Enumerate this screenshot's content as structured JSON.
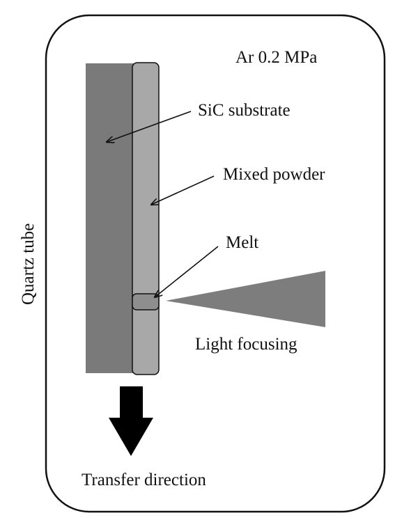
{
  "labels": {
    "atmosphere": "Ar 0.2 MPa",
    "substrate": "SiC substrate",
    "powder": "Mixed powder",
    "melt": "Melt",
    "light": "Light focusing",
    "tube": "Quartz tube",
    "transfer": "Transfer direction"
  },
  "colors": {
    "substrate": "#7a7a7a",
    "powder_rod": "#a8a8a8",
    "melt": "#8e8e8e",
    "light_beam": "#7d7d7d",
    "arrow": "#000000",
    "outline": "#111111"
  }
}
